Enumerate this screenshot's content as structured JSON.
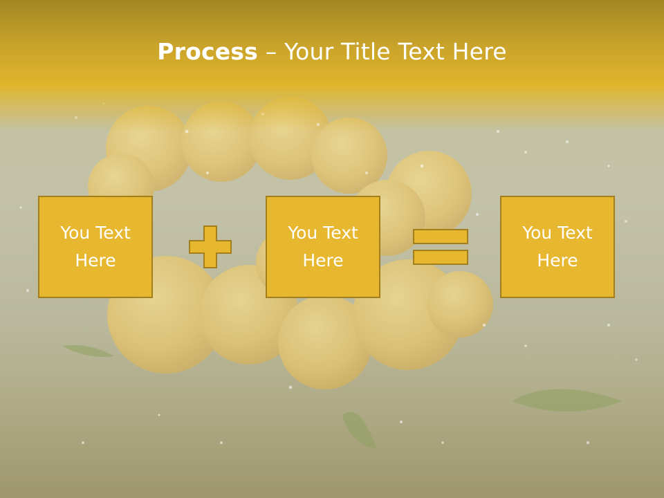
{
  "slide": {
    "title_bold": "Process",
    "title_dash": " – ",
    "title_rest": "Your Title Text Here",
    "boxes": [
      {
        "label": "You Text\nHere"
      },
      {
        "label": "You Text\nHere"
      },
      {
        "label": "You Text\nHere"
      }
    ],
    "operators": [
      "plus-icon",
      "equals-icon"
    ]
  },
  "colors": {
    "header": "#e0b52c",
    "box_fill": "#e8b730",
    "box_border": "#a27f1c",
    "text": "#ffffff"
  }
}
